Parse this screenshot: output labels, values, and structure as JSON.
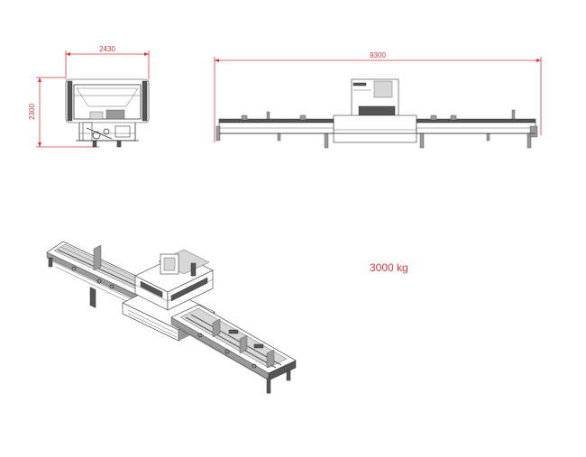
{
  "dimensions": {
    "front_width": "2430",
    "front_height": "2300",
    "side_length": "9300"
  },
  "weight_label": "3000 kg",
  "colors": {
    "dimension": "#d9383a",
    "drawing_line": "#333333",
    "background": "#ffffff"
  }
}
